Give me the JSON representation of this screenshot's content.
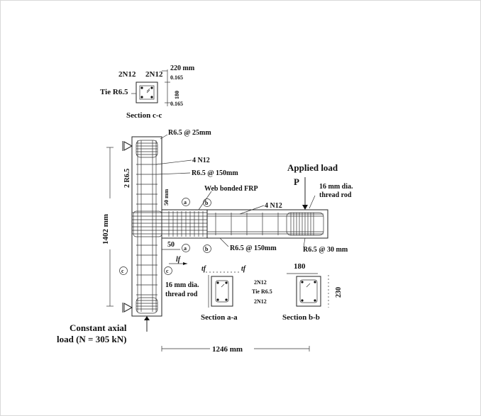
{
  "section_cc": {
    "width_label": "220 mm",
    "top_bars_left": "2N12",
    "top_bars_right": "2N12",
    "cover_top": "0.165",
    "height_label": "180",
    "cover_bottom": "0.165",
    "tie_label": "Tie R6.5",
    "title": "Section c-c"
  },
  "column": {
    "top_stirrups": "R6.5 @ 25mm",
    "bars": "4 N12",
    "stirrups": "R6.5 @ 150mm",
    "side_label": "2 R6.5",
    "gap_label": "50 mm",
    "height_label": "1402 mm",
    "marker_c": "c",
    "axial_load_line1": "Constant axial",
    "axial_load_line2": "load (N = 305 kN)"
  },
  "beam": {
    "frp_label": "Web bonded FRP",
    "bars": "4 N12",
    "stirrups": "R6.5 @ 150mm",
    "end_stirrups": "R6.5 @ 30 mm",
    "offset_label": "50",
    "marker_a": "a",
    "marker_b": "b",
    "lf_label": "lf",
    "length_label": "1246 mm"
  },
  "load": {
    "title": "Applied load",
    "symbol": "P",
    "rod_line1": "16 mm dia.",
    "rod_line2": "thread rod"
  },
  "section_aa": {
    "rod_line1": "16 mm dia.",
    "rod_line2": "thread rod",
    "tf_label": "tf",
    "top_bars": "2N12",
    "tie_label": "Tie R6.5",
    "bottom_bars": "2N12",
    "title": "Section a-a"
  },
  "section_bb": {
    "width_label": "180",
    "height_label": "230",
    "title": "Section b-b"
  }
}
